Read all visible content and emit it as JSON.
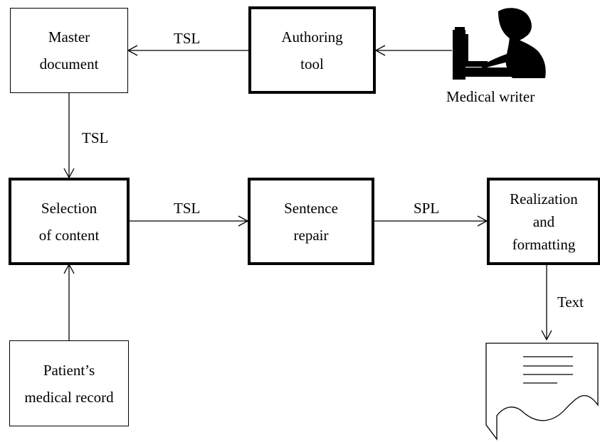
{
  "nodes": {
    "master_document": [
      "Master",
      "document"
    ],
    "authoring_tool": [
      "Authoring",
      "tool"
    ],
    "medical_writer": "Medical writer",
    "selection_of_content": [
      "Selection",
      "of content"
    ],
    "sentence_repair": [
      "Sentence",
      "repair"
    ],
    "realization_formatting": [
      "Realization",
      "and",
      "formatting"
    ],
    "patient_record": [
      "Patient’s",
      "medical record"
    ]
  },
  "edges": {
    "authoring_to_master": "TSL",
    "master_to_selection": "TSL",
    "selection_to_repair": "TSL",
    "repair_to_realization": "SPL",
    "realization_to_text": "Text"
  }
}
